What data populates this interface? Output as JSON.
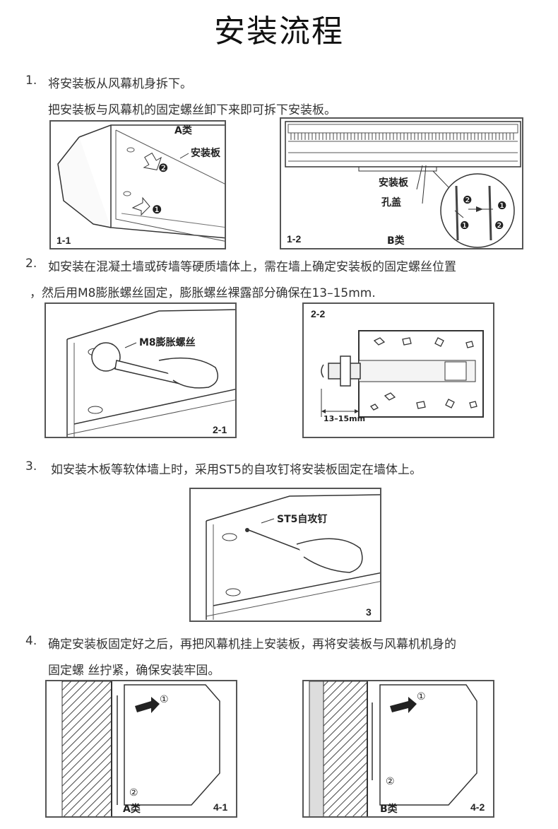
{
  "title": "安装流程",
  "steps": [
    {
      "number": "1.",
      "line1": "将安装板从风幕机身拆下。",
      "line2": "把安装板与风幕机的固定螺丝卸下来即可拆下安装板。"
    },
    {
      "number": "2.",
      "line1": "如安装在混凝土墙或砖墙等硬质墙体上，需在墙上确定安装板的固定螺丝位置",
      "line2": "，然后用M8膨胀螺丝固定，膨胀螺丝裸露部分确保在13–15mm."
    },
    {
      "number": "3.",
      "line1": "如安装木板等软体墙上时，采用ST5的自攻钉将安装板固定在墙体上。"
    },
    {
      "number": "4.",
      "line1": "确定安装板固定好之后，再把风幕机挂上安装板，再将安装板与风幕机机身的",
      "line2": "固定螺 丝拧紧，确保安装牢固。"
    }
  ],
  "figures": {
    "fig_1_1": {
      "tag": "1-1",
      "type_label": "A类",
      "part_label": "安装板",
      "markers": [
        "❶",
        "❷"
      ]
    },
    "fig_1_2": {
      "tag": "1-2",
      "type_label": "B类",
      "part_label_1": "安装板",
      "part_label_2": "孔盖",
      "markers": [
        "❶",
        "❷",
        "❶",
        "❷"
      ]
    },
    "fig_2_1": {
      "tag": "2-1",
      "part_label": "M8膨胀螺丝"
    },
    "fig_2_2": {
      "tag": "2-2",
      "dimension": "13–15mm"
    },
    "fig_3": {
      "tag": "3",
      "part_label": "ST5自攻钉"
    },
    "fig_4_1": {
      "tag": "4-1",
      "type_label": "A类",
      "markers": [
        "①",
        "②"
      ]
    },
    "fig_4_2": {
      "tag": "4-2",
      "type_label": "B类",
      "markers": [
        "①",
        "②"
      ]
    }
  }
}
